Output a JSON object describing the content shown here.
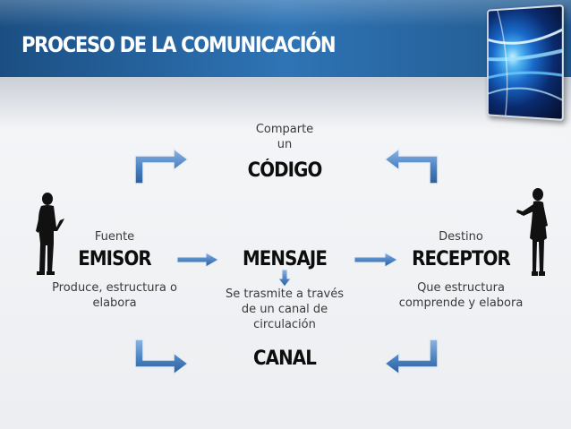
{
  "header": {
    "title": "PROCESO DE LA COMUNICACIÓN"
  },
  "diagram": {
    "codigo_pre": [
      "Comparte",
      "un"
    ],
    "codigo": "CÓDIGO",
    "emisor_pre": "Fuente",
    "emisor": "EMISOR",
    "emisor_desc": [
      "Produce, estructura o",
      "elabora"
    ],
    "mensaje": "MENSAJE",
    "mensaje_desc": [
      "Se trasmite a través",
      "de un canal de",
      "circulación"
    ],
    "receptor_pre": "Destino",
    "receptor": "RECEPTOR",
    "receptor_desc": [
      "Que estructura",
      "comprende y elabora"
    ],
    "canal": "CANAL"
  },
  "colors": {
    "header_blue": "#2f74b5",
    "arrow_blue": "#4f86c6",
    "text_dark": "#0d0d0d",
    "text_body": "#3a3a3a"
  }
}
